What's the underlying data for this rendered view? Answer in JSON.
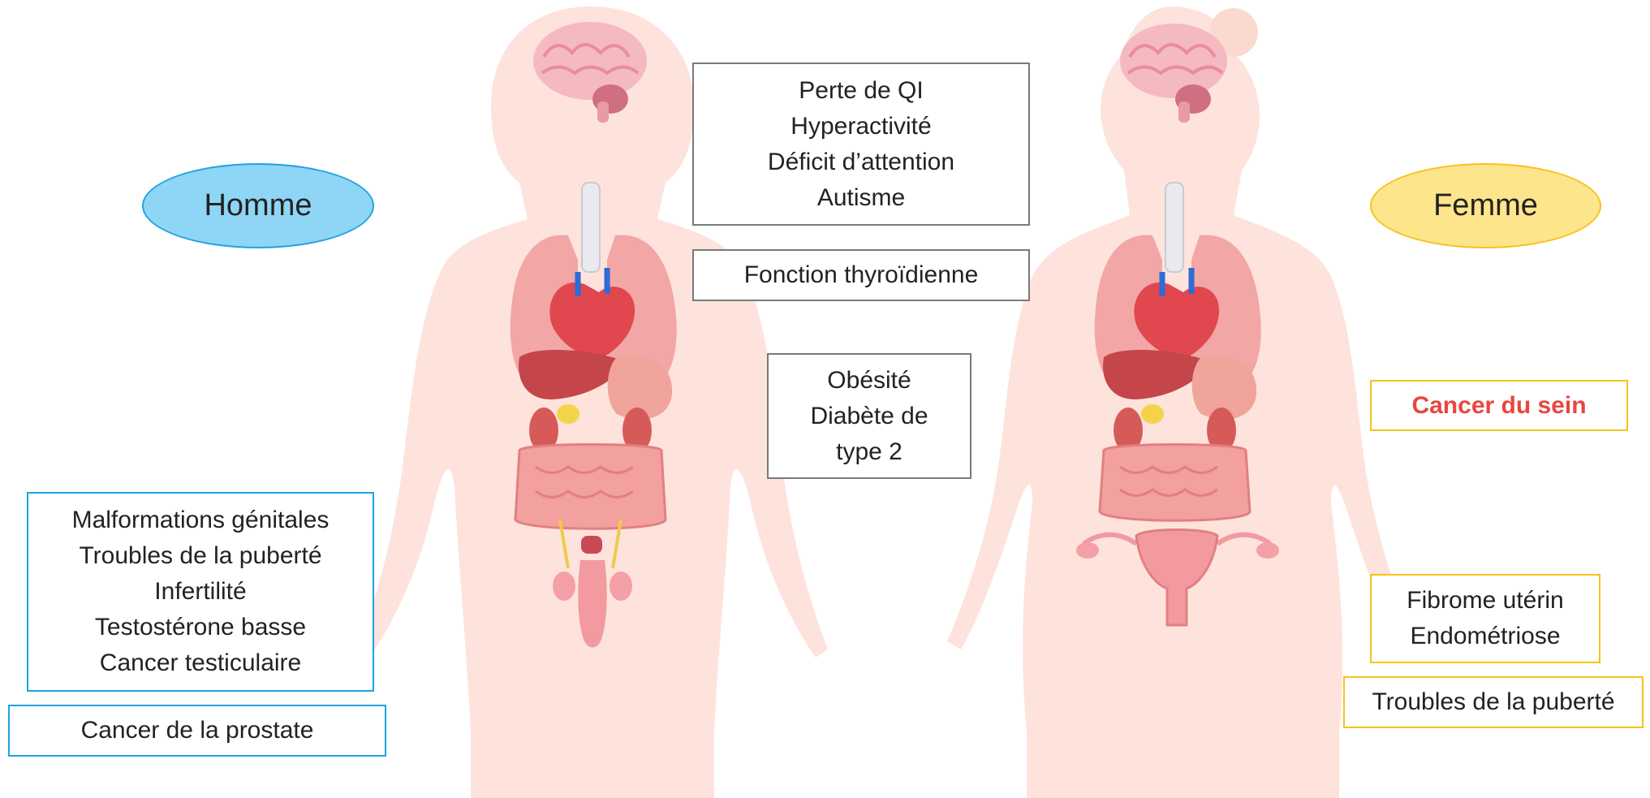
{
  "labels": {
    "homme": "Homme",
    "femme": "Femme"
  },
  "center_boxes": {
    "brain": [
      "Perte de QI",
      "Hyperactivité",
      "Déficit d’attention",
      "Autisme"
    ],
    "thyroid": "Fonction thyroïdienne",
    "metabolic": [
      "Obésité",
      "Diabète de",
      "type 2"
    ]
  },
  "male_boxes": {
    "reproductive": [
      "Malformations génitales",
      "Troubles de la puberté",
      "Infertilité",
      "Testostérone basse",
      "Cancer testiculaire"
    ],
    "prostate": "Cancer de la prostate"
  },
  "female_boxes": {
    "breast": "Cancer du sein",
    "uterine": [
      "Fibrome utérin",
      "Endométriose"
    ],
    "puberty": "Troubles de la puberté"
  },
  "colors": {
    "male_accent": "#1fa3df",
    "male_fill": "#8fd5f5",
    "female_accent": "#f7c21b",
    "female_fill": "#fde58c",
    "highlight_text": "#e8463f",
    "body_silhouette": "#fde3dc",
    "organ": "#f4a3a0"
  }
}
